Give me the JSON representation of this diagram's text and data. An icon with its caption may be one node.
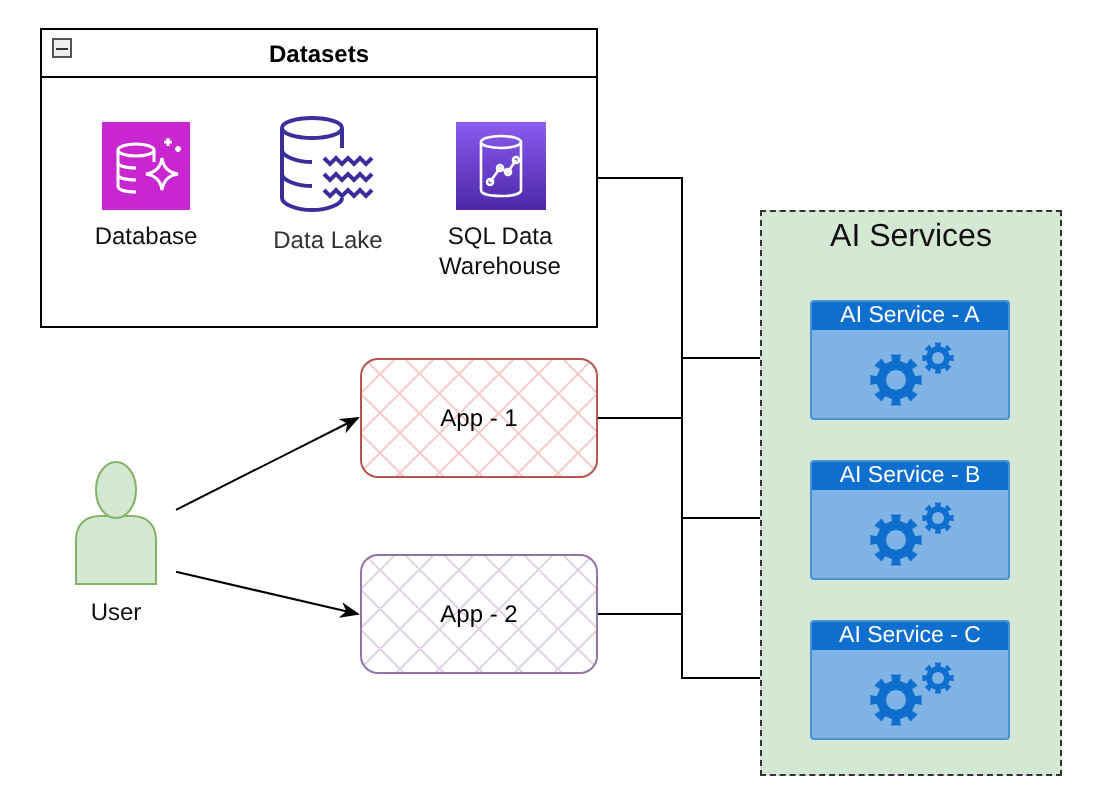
{
  "diagram": {
    "nodes": [
      {
        "text": [
          "Datasets"
        ]
      },
      {
        "text": [
          "Database"
        ],
        "in": 0
      },
      {
        "text": [
          "Data Lake"
        ],
        "in": 0
      },
      {
        "text": [
          "SQL Data Warehouse"
        ],
        "in": 0
      },
      {
        "text": [
          "User"
        ]
      },
      {
        "text": [
          "App - 1"
        ]
      },
      {
        "text": [
          "App - 2"
        ]
      },
      {
        "text": [
          "AI Services"
        ]
      },
      {
        "text": [
          "AI Service - A"
        ],
        "in": 7
      },
      {
        "text": [
          "AI Service - B"
        ],
        "in": 7
      },
      {
        "text": [
          "AI Service - C"
        ],
        "in": 7
      }
    ],
    "edges": [
      {
        "from": 4,
        "to": 5,
        "arrow": "to"
      },
      {
        "from": 4,
        "to": 6,
        "arrow": "to"
      },
      {
        "from": 0,
        "to": 8,
        "arrow": "none"
      },
      {
        "from": 0,
        "to": 9,
        "arrow": "none"
      },
      {
        "from": 0,
        "to": 10,
        "arrow": "none"
      },
      {
        "from": 5,
        "to": 8,
        "arrow": "none"
      },
      {
        "from": 5,
        "to": 9,
        "arrow": "none"
      },
      {
        "from": 5,
        "to": 10,
        "arrow": "none"
      },
      {
        "from": 6,
        "to": 8,
        "arrow": "none"
      },
      {
        "from": 6,
        "to": 9,
        "arrow": "none"
      },
      {
        "from": 6,
        "to": 10,
        "arrow": "none"
      }
    ]
  }
}
